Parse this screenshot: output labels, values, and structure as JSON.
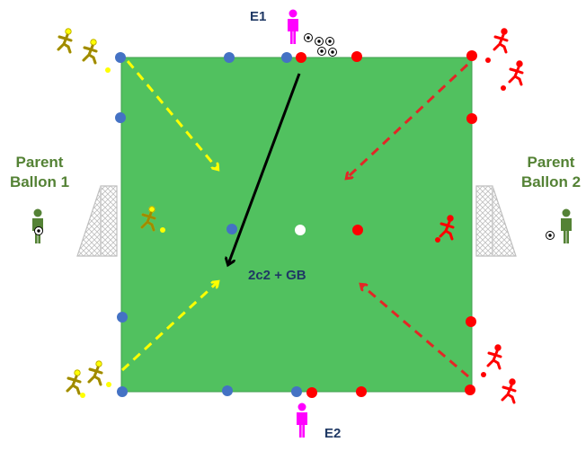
{
  "labels": {
    "coach_top": "E1",
    "coach_bottom": "E2",
    "parent_left_line1": "Parent",
    "parent_left_line2": "Ballon 1",
    "parent_right_line1": "Parent",
    "parent_right_line2": "Ballon 2",
    "drill": "2c2 + GB"
  },
  "colors": {
    "field": "#51c15f",
    "field_border": "#3f9e4c",
    "team_blue": "#4472c4",
    "team_red": "#ff0000",
    "team_yellow": "#ffff00",
    "coach": "#ff00ff",
    "parent": "#548235",
    "arrow_main": "#000000"
  },
  "icons": {
    "runner_yellow": "yellow-runner-icon",
    "runner_red": "red-runner-icon",
    "coach": "coach-figure-icon",
    "parent": "parent-figure-icon",
    "goal": "goal-net-icon",
    "ball": "soccer-ball-icon"
  }
}
